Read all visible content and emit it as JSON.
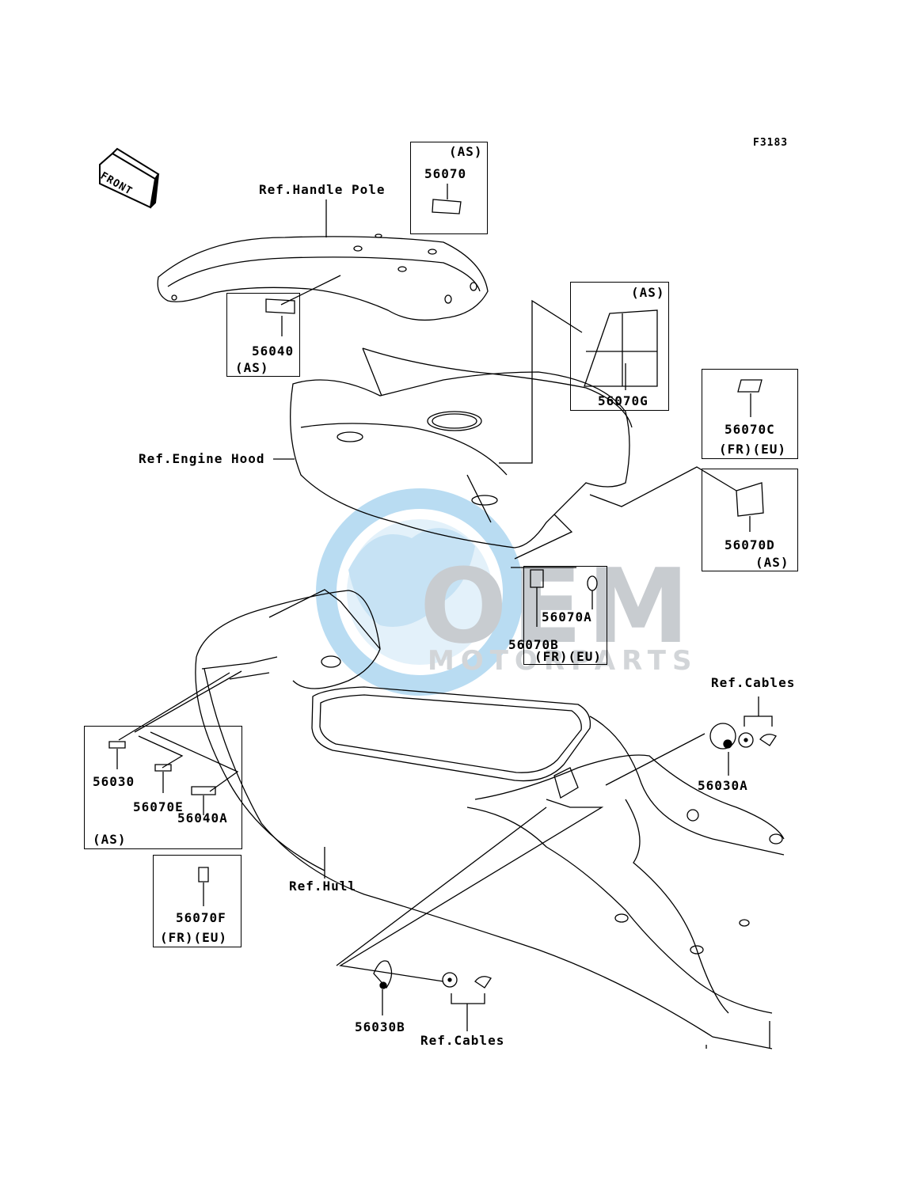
{
  "figure_code": "F3183",
  "front_badge": "FRONT",
  "watermark": {
    "brand": "OEM",
    "sub": "MOTORPARTS",
    "color": "#b9dcf2"
  },
  "refs": {
    "handle_pole": "Ref.Handle Pole",
    "engine_hood": "Ref.Engine Hood",
    "hull": "Ref.Hull",
    "cables_right": "Ref.Cables",
    "cables_bottom": "Ref.Cables"
  },
  "callouts": {
    "p56070_region": "(AS)",
    "p56070": "56070",
    "p56040": "56040",
    "p56040_region": "(AS)",
    "p56070g_region": "(AS)",
    "p56070g": "56070G",
    "p56070c": "56070C",
    "p56070c_region": "(FR)(EU)",
    "p56070d": "56070D",
    "p56070d_region": "(AS)",
    "p56070a": "56070A",
    "p56070b": "56070B",
    "p56070ab_region": "(FR)(EU)",
    "p56030": "56030",
    "p56070e": "56070E",
    "p56040a": "56040A",
    "p56030_region": "(AS)",
    "p56070f": "56070F",
    "p56070f_region": "(FR)(EU)",
    "p56030a": "56030A",
    "p56030b": "56030B"
  }
}
